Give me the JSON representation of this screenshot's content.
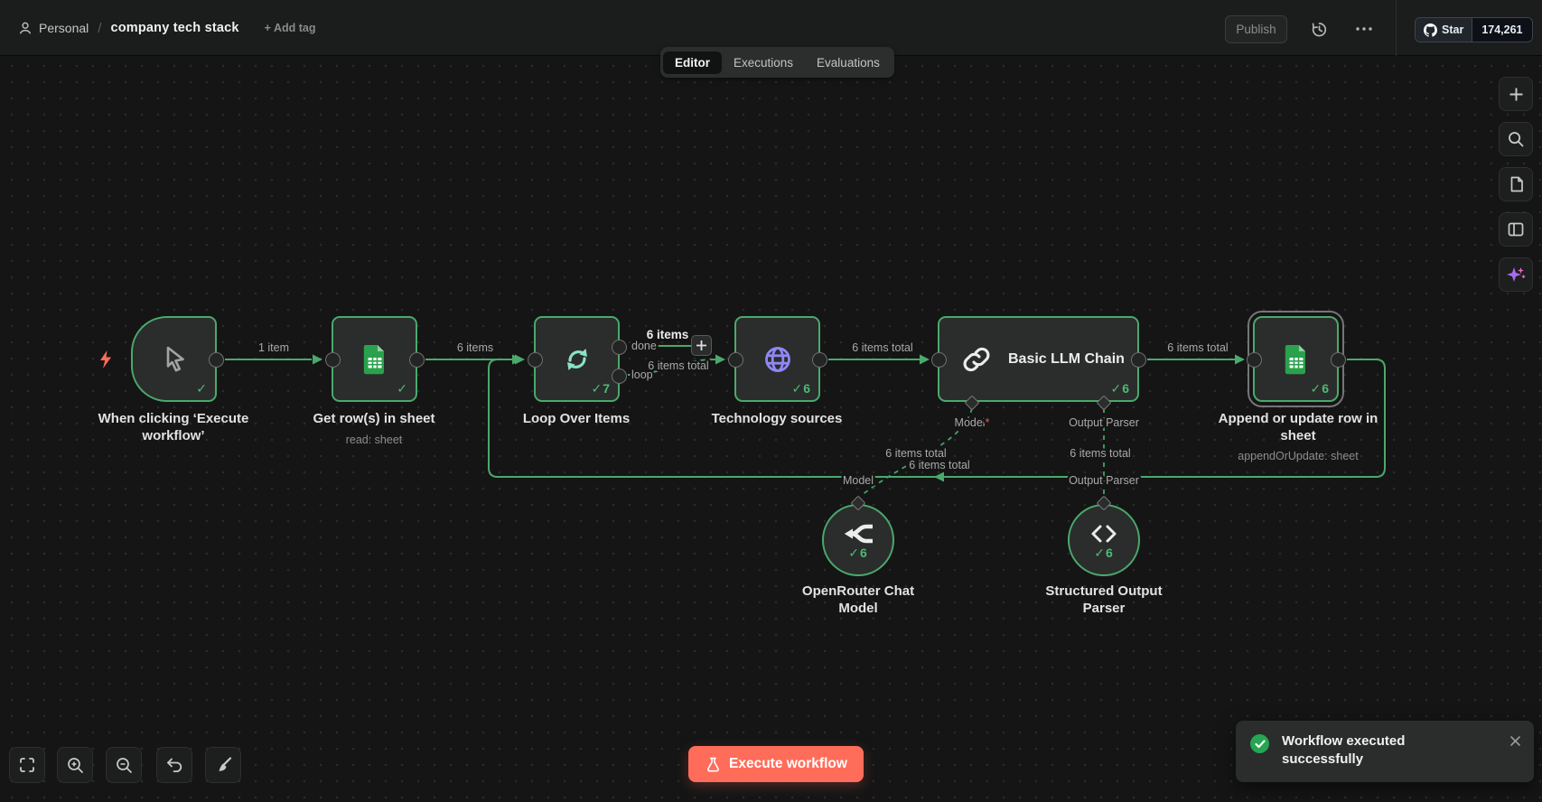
{
  "header": {
    "account": "Personal",
    "separator": "/",
    "title": "company tech stack",
    "add_tag": "+ Add tag",
    "publish": "Publish",
    "github_star": {
      "label": "Star",
      "count": "174,261"
    }
  },
  "tabs": {
    "editor": "Editor",
    "executions": "Executions",
    "evaluations": "Evaluations"
  },
  "workflow": {
    "nodes": {
      "manual_trigger": {
        "title": "When clicking ‘Execute workflow’",
        "status_check": "✓"
      },
      "sheets_read": {
        "title": "Get row(s) in sheet",
        "subtitle": "read: sheet",
        "status_check": "✓"
      },
      "loop": {
        "title": "Loop Over Items",
        "status_check": "✓",
        "status_count": "7"
      },
      "http": {
        "title": "Technology sources",
        "status_check": "✓",
        "status_count": "6"
      },
      "llm": {
        "title": "Basic LLM Chain",
        "status_check": "✓",
        "status_count": "6"
      },
      "sheets_append": {
        "title": "Append or update row in sheet",
        "subtitle": "appendOrUpdate: sheet",
        "status_check": "✓",
        "status_count": "6"
      },
      "openrouter": {
        "title": "OpenRouter Chat Model",
        "status_check": "✓",
        "status_count": "6"
      },
      "output_parser": {
        "title": "Structured Output Parser",
        "status_check": "✓",
        "status_count": "6"
      }
    },
    "connection_labels": {
      "trigger_to_sheets": "1 item",
      "sheets_to_loop": "6 items",
      "done_branch": "6 items",
      "loop_to_http": "6 items total",
      "http_to_llm": "6 items total",
      "llm_to_append": "6 items total",
      "model_link_a": "6 items total",
      "model_link_b": "6 items total",
      "parser_link": "6 items total"
    },
    "port_labels": {
      "done": "done",
      "loop": "loop",
      "model": "Model",
      "model_required": "*",
      "output_parser": "Output Parser"
    }
  },
  "controls": {
    "execute": "Execute workflow"
  },
  "toast": {
    "message": "Workflow executed successfully"
  },
  "icons": {
    "user-icon": "person silhouette",
    "history-icon": "restore clock ↺",
    "more-icon": "ellipsis ⋯",
    "github-icon": "octocat",
    "cursor-icon": "mouse pointer",
    "sheets-icon": "green spreadsheet file",
    "loop-icon": "circular refresh arrows",
    "globe-icon": "globe",
    "chain-icon": "chain links",
    "openrouter-icon": "double left arrows",
    "code-icon": "< >",
    "bolt-icon": "lightning ⚡",
    "plus-icon": "+",
    "search-icon": "magnifier",
    "file-icon": "document",
    "panel-icon": "split panel",
    "sparkle-icon": "✦ assistant",
    "fit-view-icon": "corner brackets",
    "zoom-in-icon": "magnifier +",
    "zoom-out-icon": "magnifier −",
    "undo-icon": "curved arrow",
    "tidy-icon": "brush",
    "flask-icon": "beaker",
    "check-icon": "✓",
    "close-icon": "×"
  }
}
